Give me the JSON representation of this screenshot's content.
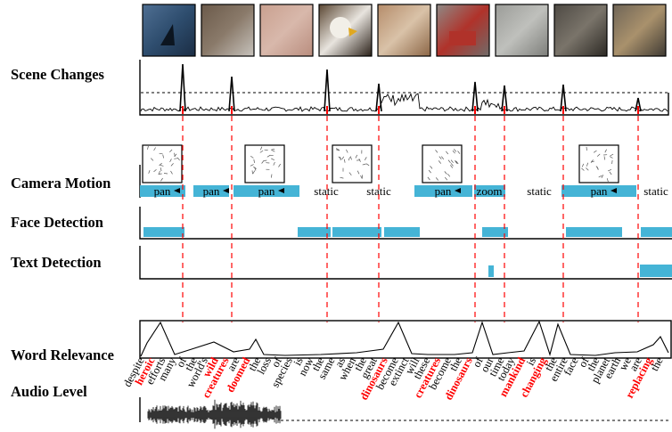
{
  "rows": {
    "scene_changes": "Scene Changes",
    "camera_motion": "Camera Motion",
    "face_detection": "Face Detection",
    "text_detection": "Text Detection",
    "word_relevance": "Word Relevance",
    "audio_level": "Audio Level"
  },
  "thumbnails": [
    {
      "name": "thumb-dolphin-fin",
      "colors": [
        "#4f6f93",
        "#2e4d6e",
        "#1b2d44"
      ]
    },
    {
      "name": "thumb-waterfall-rock",
      "colors": [
        "#6b5a4a",
        "#8a7a6a",
        "#c7c3bd"
      ]
    },
    {
      "name": "thumb-pink-texture",
      "colors": [
        "#c9a08f",
        "#d8b8ab",
        "#b98d7e"
      ]
    },
    {
      "name": "thumb-eagle",
      "colors": [
        "#5a4632",
        "#e8e4de",
        "#2a2018"
      ]
    },
    {
      "name": "thumb-giraffe",
      "colors": [
        "#b58c6a",
        "#d9c2a8",
        "#8c6646"
      ]
    },
    {
      "name": "thumb-red-car",
      "colors": [
        "#8e8a86",
        "#b0322a",
        "#6f6c69"
      ]
    },
    {
      "name": "thumb-grey-city",
      "colors": [
        "#9b9c98",
        "#bfc0bc",
        "#7d7e7a"
      ]
    },
    {
      "name": "thumb-city-dark",
      "colors": [
        "#4e4a44",
        "#7a746a",
        "#2c2924"
      ]
    },
    {
      "name": "thumb-city-colorful",
      "colors": [
        "#6f6557",
        "#a9916c",
        "#3f3a33"
      ]
    }
  ],
  "colors": {
    "accent": "#45b4d6",
    "red": "#ff0000",
    "black": "#000000"
  },
  "camera_segments": [
    {
      "label": "pan",
      "type": "bar",
      "icon": true
    },
    {
      "label": "pan",
      "type": "bar",
      "icon": true
    },
    {
      "label": "pan",
      "type": "bar",
      "icon": true
    },
    {
      "label": "static",
      "type": "text",
      "icon": false
    },
    {
      "label": "static",
      "type": "text",
      "icon": false
    },
    {
      "label": "pan",
      "type": "bar",
      "icon": true
    },
    {
      "label": "zoom",
      "type": "bar",
      "icon": false
    },
    {
      "label": "static",
      "type": "text",
      "icon": false
    },
    {
      "label": "pan",
      "type": "bar",
      "icon": true
    },
    {
      "label": "static",
      "type": "text",
      "icon": false
    }
  ],
  "words": [
    {
      "t": "despite",
      "hi": false
    },
    {
      "t": "heroic",
      "hi": true
    },
    {
      "t": "efforts",
      "hi": false
    },
    {
      "t": "many",
      "hi": false
    },
    {
      "t": "of",
      "hi": false
    },
    {
      "t": "the",
      "hi": false
    },
    {
      "t": "world's",
      "hi": false
    },
    {
      "t": "wild",
      "hi": true
    },
    {
      "t": "creatures",
      "hi": true
    },
    {
      "t": "are",
      "hi": false
    },
    {
      "t": "doomed",
      "hi": true
    },
    {
      "t": "the",
      "hi": false
    },
    {
      "t": "loss",
      "hi": false
    },
    {
      "t": "of",
      "hi": false
    },
    {
      "t": "species",
      "hi": false
    },
    {
      "t": "is",
      "hi": false
    },
    {
      "t": "now",
      "hi": false
    },
    {
      "t": "the",
      "hi": false
    },
    {
      "t": "same",
      "hi": false
    },
    {
      "t": "as",
      "hi": false
    },
    {
      "t": "when",
      "hi": false
    },
    {
      "t": "the",
      "hi": false
    },
    {
      "t": "great",
      "hi": false
    },
    {
      "t": "dinosaurs",
      "hi": true
    },
    {
      "t": "become",
      "hi": false
    },
    {
      "t": "extinct",
      "hi": false
    },
    {
      "t": "will",
      "hi": false
    },
    {
      "t": "these",
      "hi": false
    },
    {
      "t": "creatures",
      "hi": true
    },
    {
      "t": "become",
      "hi": false
    },
    {
      "t": "the",
      "hi": false
    },
    {
      "t": "dinosaurs",
      "hi": true
    },
    {
      "t": "of",
      "hi": false
    },
    {
      "t": "our",
      "hi": false
    },
    {
      "t": "time",
      "hi": false
    },
    {
      "t": "today",
      "hi": false
    },
    {
      "t": "mankind",
      "hi": true
    },
    {
      "t": "is",
      "hi": false
    },
    {
      "t": "changing",
      "hi": true
    },
    {
      "t": "the",
      "hi": false
    },
    {
      "t": "entire",
      "hi": false
    },
    {
      "t": "face",
      "hi": false
    },
    {
      "t": "of",
      "hi": false
    },
    {
      "t": "the",
      "hi": false
    },
    {
      "t": "planet",
      "hi": false
    },
    {
      "t": "earth",
      "hi": false
    },
    {
      "t": "we",
      "hi": false
    },
    {
      "t": "are",
      "hi": false
    },
    {
      "t": "replacing",
      "hi": true
    },
    {
      "t": "the",
      "hi": false
    }
  ]
}
